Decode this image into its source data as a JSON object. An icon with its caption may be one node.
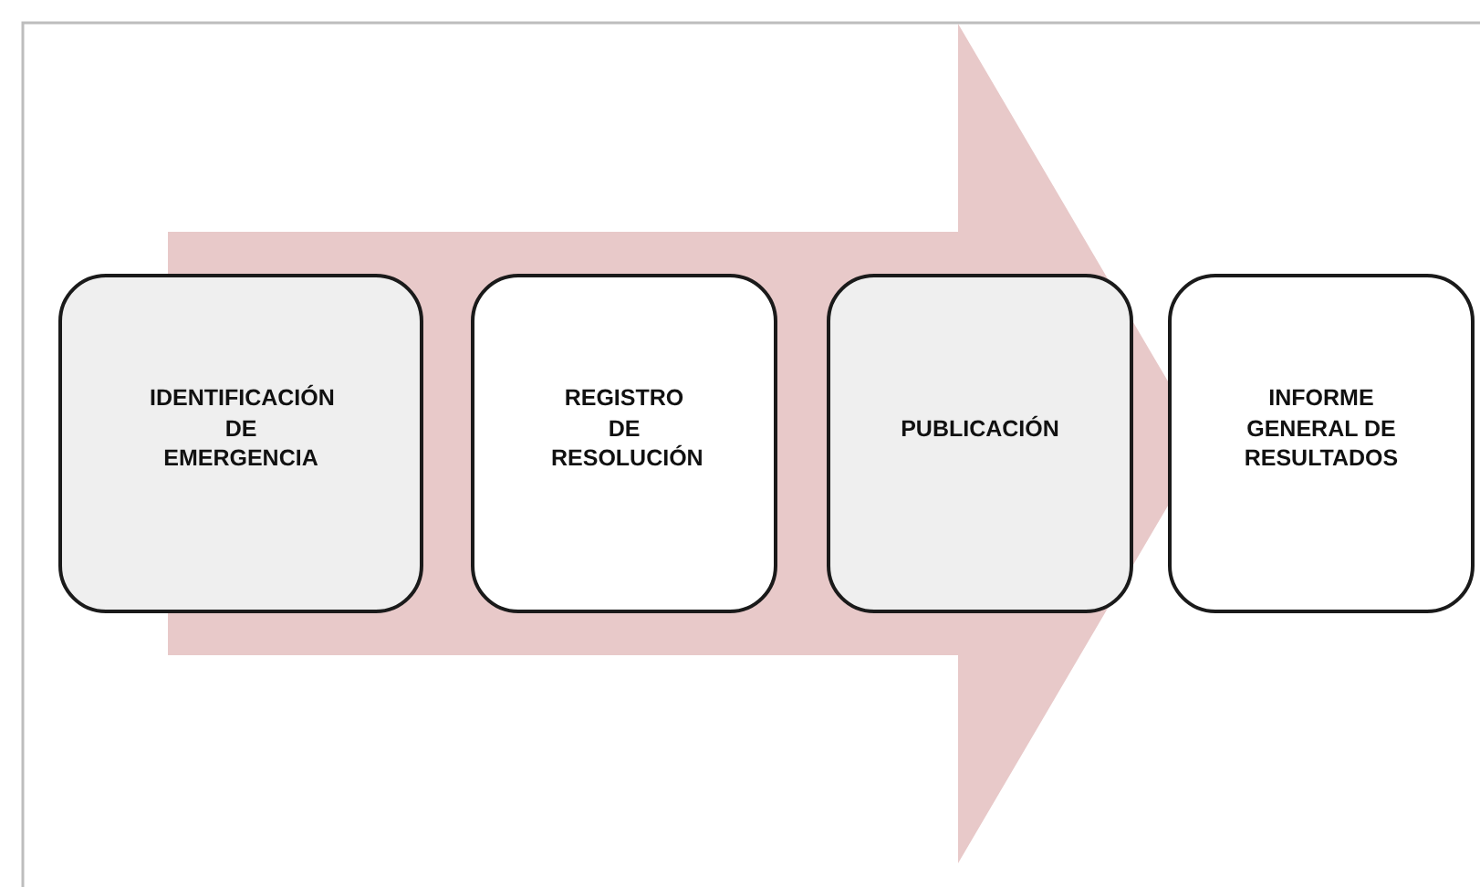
{
  "diagram": {
    "nodes": [
      {
        "text": [
          "IDENTIFICACIÓN DE EMERGENCIA"
        ]
      },
      {
        "text": [
          "REGISTRO DE RESOLUCIÓN"
        ]
      },
      {
        "text": [
          "PUBLICACIÓN"
        ]
      },
      {
        "text": [
          "INFORME GENERAL DE RESULTADOS"
        ]
      }
    ],
    "edges": [
      {
        "from": 0,
        "to": 3,
        "arrow": "to",
        "style": "thick"
      }
    ]
  }
}
